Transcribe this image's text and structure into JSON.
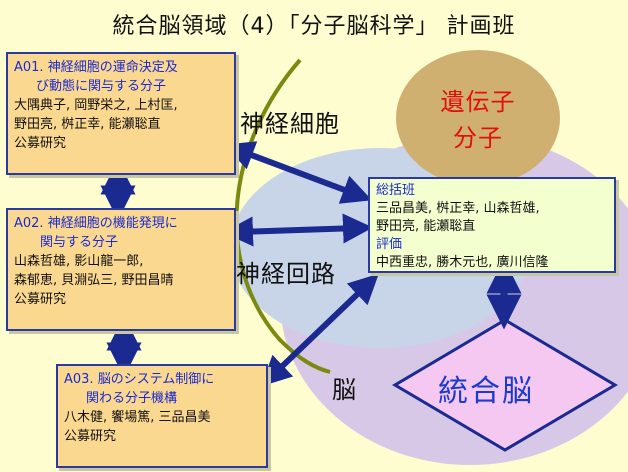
{
  "title": "統合脳領域（4）「分子脳科学」 計画班",
  "labels": {
    "nerve_cell": "神経細胞",
    "neural_circuit": "神経回路",
    "brain": "脳",
    "gene_line1": "遺伝子",
    "gene_line2": "分子",
    "integrated_brain": "統合脳"
  },
  "groups": [
    {
      "head_line1": "A01. 神経細胞の運命決定及",
      "head_line2": "び動態に関与する分子",
      "members_line1": "大隅典子, 岡野栄之, 上村匡,",
      "members_line2": "野田亮, 桝正幸, 能瀬聡直",
      "recruit": "公募研究"
    },
    {
      "head_line1": "A02. 神経細胞の機能発現に",
      "head_line2": "関与する分子",
      "members_line1": "山森哲雄, 影山龍一郎,",
      "members_line2": "森郁恵, 貝淵弘三, 野田昌晴",
      "recruit": "公募研究"
    },
    {
      "head_line1": "A03. 脳のシステム制御に",
      "head_line2": "関わる分子機構",
      "members_line1": "八木健, 饗場篤, 三品昌美",
      "recruit": "公募研究"
    }
  ],
  "summary": {
    "head1": "総括班",
    "members1_line1": "三品昌美, 桝正幸, 山森哲雄,",
    "members1_line2": "野田亮, 能瀬聡直",
    "head2": "評価",
    "members2": "中西重忠, 勝木元也, 廣川信隆"
  },
  "colors": {
    "background": "#fdfdd0",
    "group_box": "#fbd890",
    "summary_box": "#f4ffd0",
    "arrow": "#1a2a90",
    "gene_circle": "#d0b070",
    "cell_ellipse": "#c8d4e8",
    "brain_ellipse": "#d8c8e8",
    "diamond": "#f4c8f0",
    "curve": "#7a8a10"
  }
}
